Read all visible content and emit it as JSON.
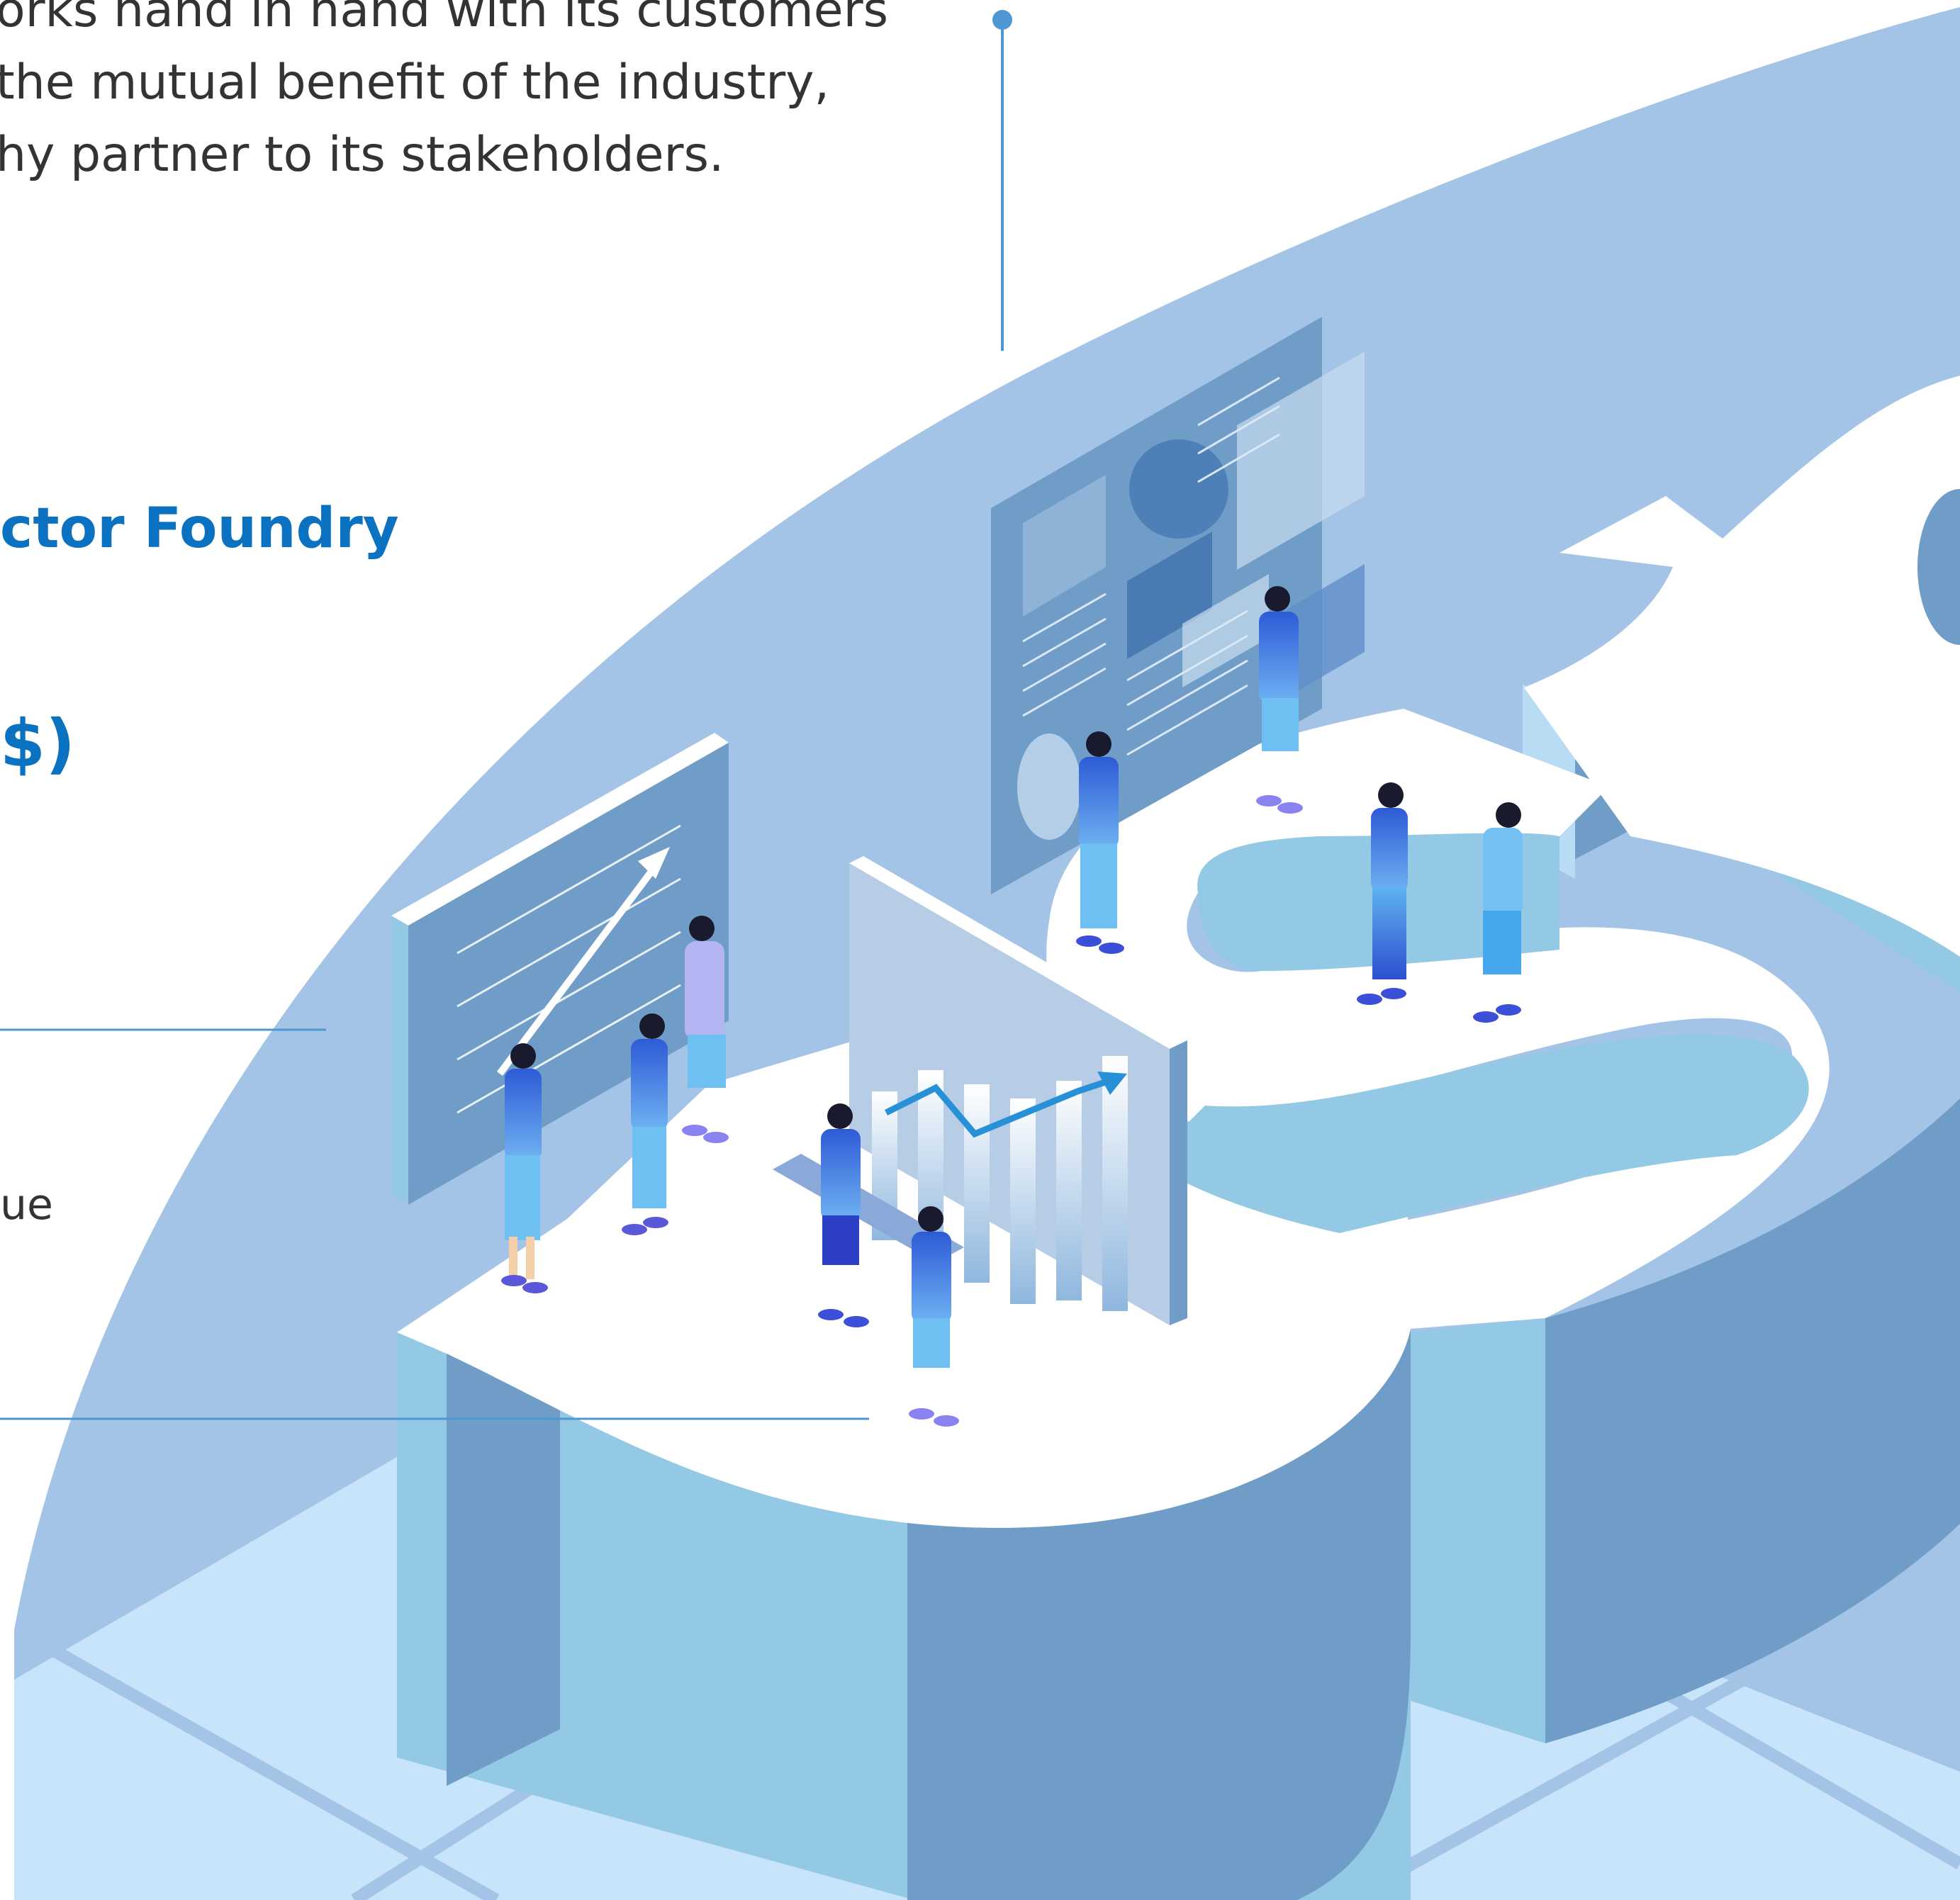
{
  "intro": {
    "lines": [
      "orks hand in hand with its customers",
      "the mutual benefit of the industry,",
      "hy partner to its stakeholders."
    ]
  },
  "headings": {
    "foundry": "ctor Foundry",
    "unit": "$)"
  },
  "labels": {
    "fragment": "ue"
  },
  "colors": {
    "accent": "#0b72c1",
    "body_text": "#333333",
    "ellipse": "#a3c4e6",
    "letter_face": "#ffffff",
    "letter_side_light": "#93c9e5",
    "letter_side_dark": "#6f9dc7",
    "floor": "#c8e4fb",
    "rule": "#4f97d3"
  },
  "icons": {
    "callout": "callout-pin-icon",
    "chart_arrow": "trend-arrow-icon"
  }
}
